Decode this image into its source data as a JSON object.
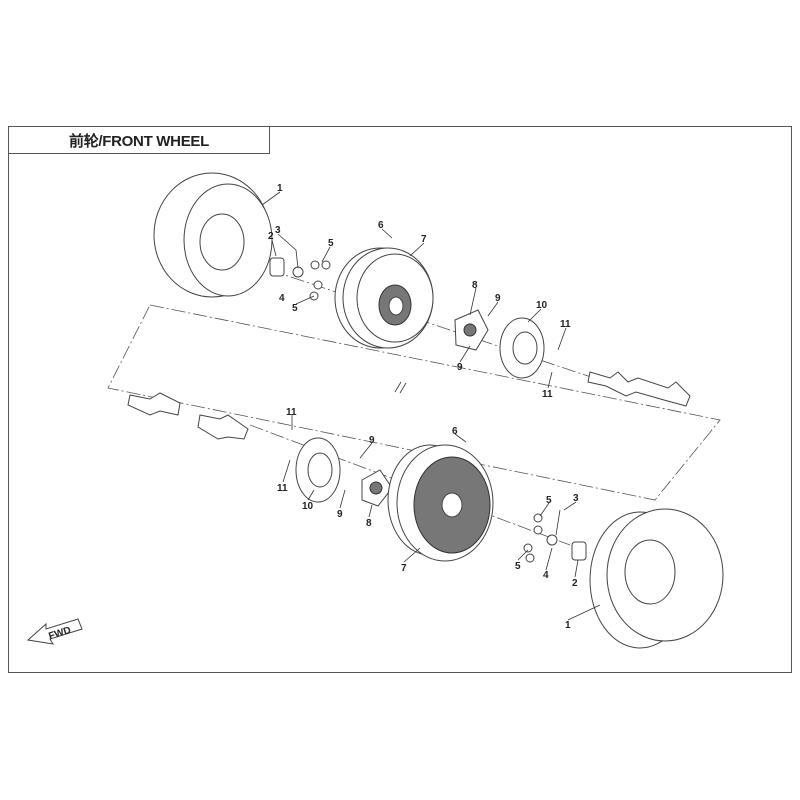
{
  "title": "前轮/FRONT WHEEL",
  "fwd_label": "FWD",
  "callouts_top": [
    "1",
    "2",
    "3",
    "4",
    "5",
    "5",
    "6",
    "7",
    "8",
    "9",
    "9",
    "10",
    "11",
    "11"
  ],
  "callouts_bottom": [
    "11",
    "11",
    "9",
    "9",
    "10",
    "8",
    "6",
    "7",
    "5",
    "5",
    "3",
    "4",
    "2",
    "1"
  ]
}
